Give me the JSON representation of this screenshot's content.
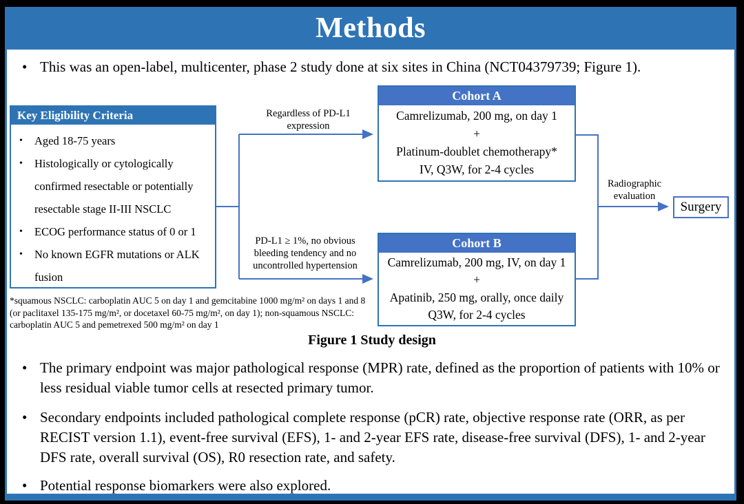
{
  "slide": {
    "title": "Methods",
    "bullet_marker": "•",
    "colors": {
      "title_bar_blue": "#2e74b5",
      "cohort_header_blue": "#4472c4",
      "box_border_blue": "#2e74b5",
      "arrow_blue": "#4472c4"
    },
    "intro_bullet": "This was an open-label, multicenter, phase 2 study done at six sites in China (NCT04379739; Figure 1).",
    "figure": {
      "eligibility": {
        "header": "Key Eligibility Criteria",
        "items": [
          "Aged 18-75 years",
          "Histologically or cytologically confirmed resectable or potentially resectable stage II-III NSCLC",
          "ECOG performance status of 0 or 1",
          "No known EGFR mutations or ALK fusion"
        ]
      },
      "branch_labels": {
        "top": "Regardless of PD-L1 expression",
        "bottom": "PD-L1 ≥ 1%, no obvious bleeding tendency and no uncontrolled hypertension"
      },
      "cohort_a": {
        "header": "Cohort A",
        "lines": [
          "Camrelizumab, 200 mg, on day 1",
          "+",
          "Platinum-doublet chemotherapy*",
          "IV, Q3W, for 2-4 cycles"
        ]
      },
      "cohort_b": {
        "header": "Cohort B",
        "lines": [
          "Camrelizumab, 200 mg, IV, on day 1",
          "+",
          "Apatinib, 250 mg, orally, once daily",
          "Q3W, for 2-4 cycles"
        ]
      },
      "evaluation_label": "Radiographic evaluation",
      "surgery_label": "Surgery",
      "footnote": "*squamous NSCLC: carboplatin AUC 5 on day 1 and gemcitabine 1000 mg/m² on days 1 and 8 (or paclitaxel 135-175 mg/m², or docetaxel 60-75 mg/m², on day 1); non-squamous NSCLC: carboplatin AUC 5 and pemetrexed 500 mg/m² on day 1",
      "caption": "Figure 1 Study design"
    },
    "bullets": [
      "The primary endpoint was major pathological response (MPR) rate, defined as the proportion of patients with 10% or less residual viable tumor cells at resected primary tumor.",
      "Secondary endpoints included pathological complete response (pCR) rate, objective response rate (ORR, as per RECIST version 1.1), event-free survival (EFS), 1- and 2-year EFS rate, disease-free survival (DFS), 1- and 2-year DFS rate, overall survival (OS), R0 resection rate, and safety.",
      "Potential response biomarkers were also explored."
    ]
  }
}
